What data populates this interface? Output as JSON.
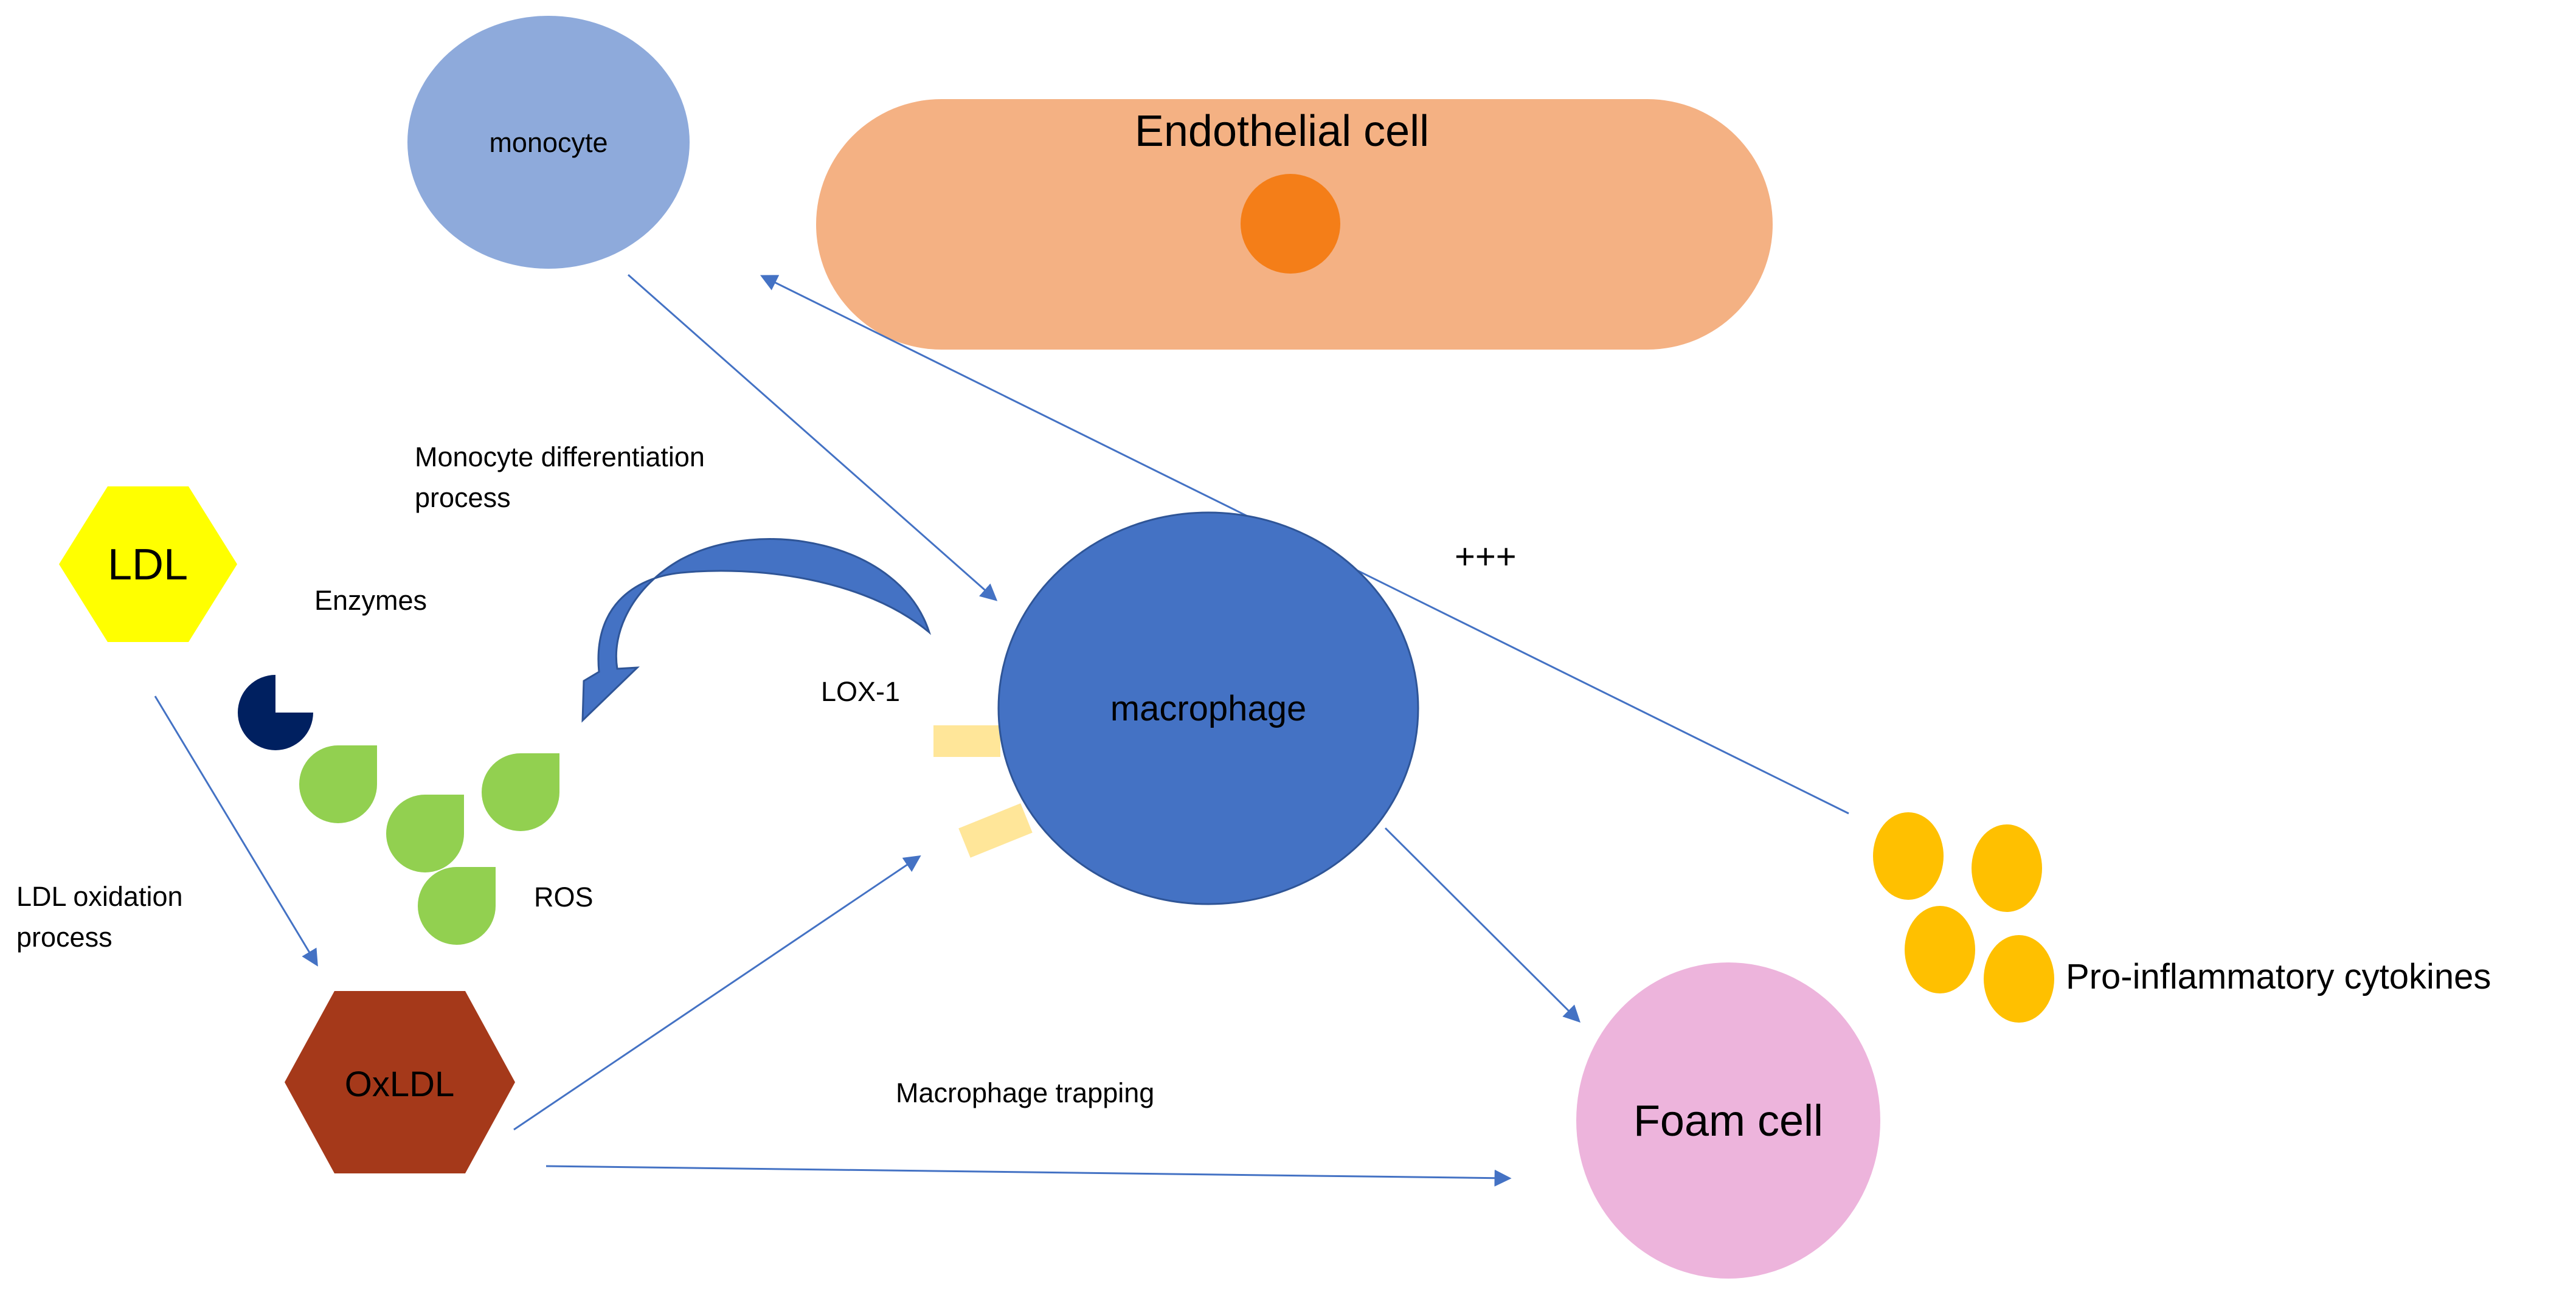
{
  "labels": {
    "monocyte": "monocyte",
    "endothelial_cell": "Endothelial cell",
    "monocyte_differentiation_line1": "Monocyte differentiation",
    "monocyte_differentiation_line2": "process",
    "ldl": "LDL",
    "enzymes": "Enzymes",
    "lox1": "LOX-1",
    "macrophage": "macrophage",
    "plus": "+++",
    "ldl_oxidation_line1": "LDL oxidation",
    "ldl_oxidation_line2": "process",
    "ros": "ROS",
    "pro_inflammatory_cytokines": "Pro-inflammatory cytokines",
    "oxldl": "OxLDL",
    "macrophage_trapping": "Macrophage trapping",
    "foam_cell": "Foam cell"
  },
  "colors": {
    "monocyte": "#8EAADB",
    "endothelial_cell": "#F4B183",
    "endothelial_nucleus": "#F47E18",
    "ldl": "#FFFF00",
    "enzyme": "#002060",
    "ros": "#92D050",
    "macrophage": "#4472C4",
    "macrophage_border": "#2F5597",
    "lox1_receptor": "#FFE699",
    "cytokine": "#FFC000",
    "oxldl": "#A5391A",
    "foam_cell": "#EDB4DC",
    "arrow": "#4472C4",
    "curved_arrow": "#4472C4"
  },
  "icons": {
    "enzyme": "pac-man-icon",
    "ros": "droplet-icon",
    "curved_arrow": "curved-arrow-icon",
    "ldl": "hexagon-icon",
    "oxldl": "hexagon-icon"
  }
}
